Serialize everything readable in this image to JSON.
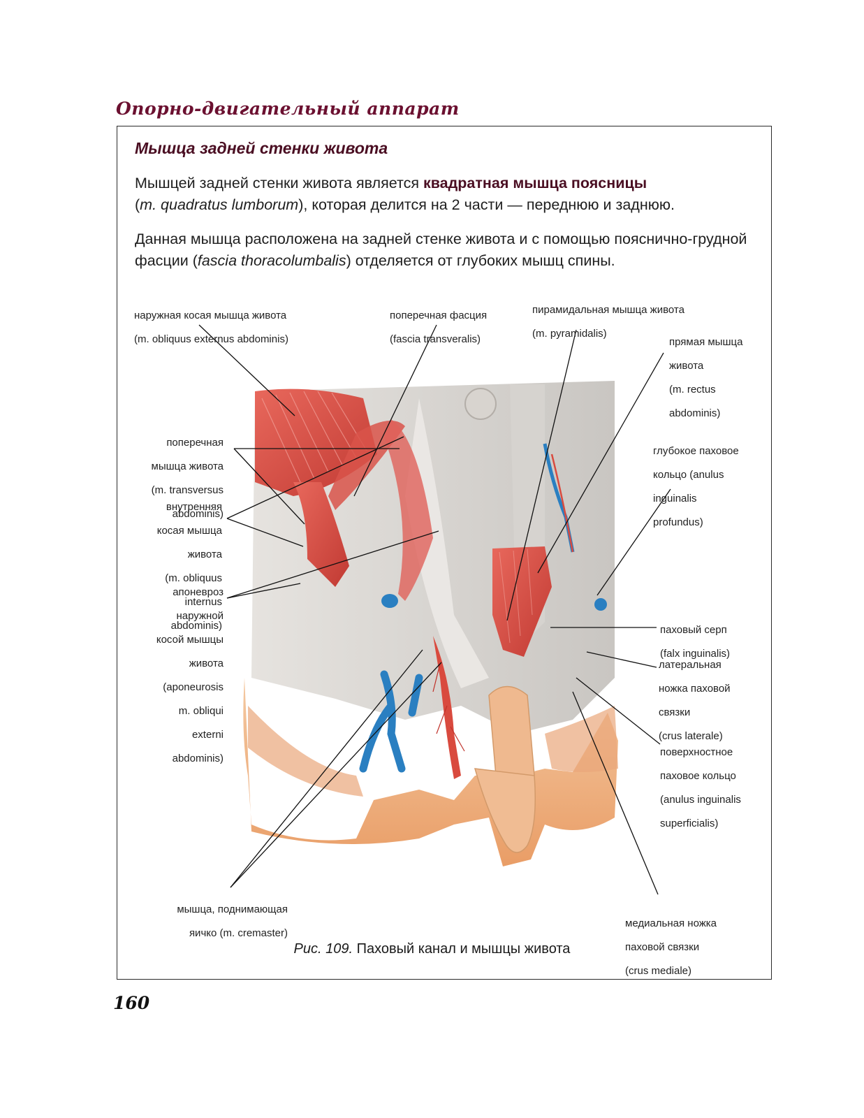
{
  "running_head": "Опорно-двигательный аппарат",
  "section": {
    "title": "Мышца задней стенки живота",
    "p1": {
      "a": "Мышцей задней стенки живота является ",
      "b": "квадратная мышца поясницы",
      "c": "(",
      "d": "m. quadratus lumborum",
      "e": "), которая делится на 2 части — переднюю и заднюю."
    },
    "p2": {
      "a": "Данная мышца расположена на задней стенке живота и с помощью пояснично-грудной фасции (",
      "b": "fascia thoracolumbalis",
      "c": ") отделяется от глубоких мышц спины."
    }
  },
  "labels": {
    "obliquus_externus": [
      "наружная косая мышца живота",
      "(m. obliquus externus abdominis)"
    ],
    "fascia_transversalis": [
      "поперечная фасция",
      "(fascia transveralis)"
    ],
    "pyramidalis": [
      "пирамидальная мышца живота",
      "(m. pyramidalis)"
    ],
    "rectus": [
      "прямая мышца",
      "живота",
      " (m. rectus",
      "abdominis)"
    ],
    "transversus": [
      "поперечная",
      "мышца живота",
      "(m. transversus",
      "abdominis)"
    ],
    "obliquus_internus": [
      "внутренняя",
      "косая мышца",
      "живота",
      "(m. obliquus",
      "internus",
      "abdominis)"
    ],
    "aponeurosis": [
      "апоневроз",
      "наружной",
      "косой мышцы",
      "живота",
      "(aponeurosis",
      "m. obliqui",
      "externi",
      "abdominis)"
    ],
    "deep_ring": [
      "глубокое паховое",
      "кольцо (anulus",
      "inguinalis",
      "profundus)"
    ],
    "falx": [
      "паховый серп",
      "(falx inguinalis)"
    ],
    "crus_laterale": [
      "латеральная",
      "ножка паховой",
      "связки",
      "(crus laterale)"
    ],
    "superficial_ring": [
      "поверхностное",
      "паховое кольцо",
      "(anulus inguinalis",
      "superficialis)"
    ],
    "cremaster": [
      "мышца, поднимающая",
      "яичко (m. cremaster)"
    ],
    "crus_mediale": [
      "медиальная ножка",
      "паховой связки",
      "(crus mediale)"
    ]
  },
  "caption": {
    "prefix": "Рис. 109.",
    "text": " Паховый канал и мышцы живота"
  },
  "page_number": "160",
  "colors": {
    "accent": "#4a0e22",
    "muscle": "#d9534a",
    "fascia": "#dcdad8",
    "skin": "#f1b98c",
    "vein": "#2a7fc1"
  }
}
